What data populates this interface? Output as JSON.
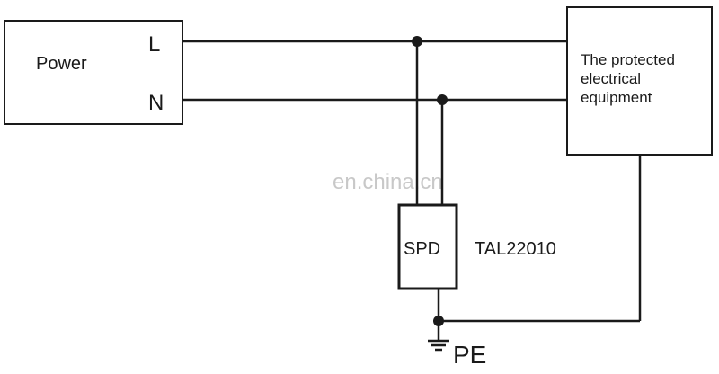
{
  "power": {
    "label": "Power",
    "line_label": "L",
    "neutral_label": "N"
  },
  "equipment": {
    "line1": "The protected",
    "line2": "electrical",
    "line3": "equipment"
  },
  "spd": {
    "label": "SPD",
    "model": "TAL22010"
  },
  "ground": {
    "label": "PE"
  },
  "watermark": "en.china.cn"
}
